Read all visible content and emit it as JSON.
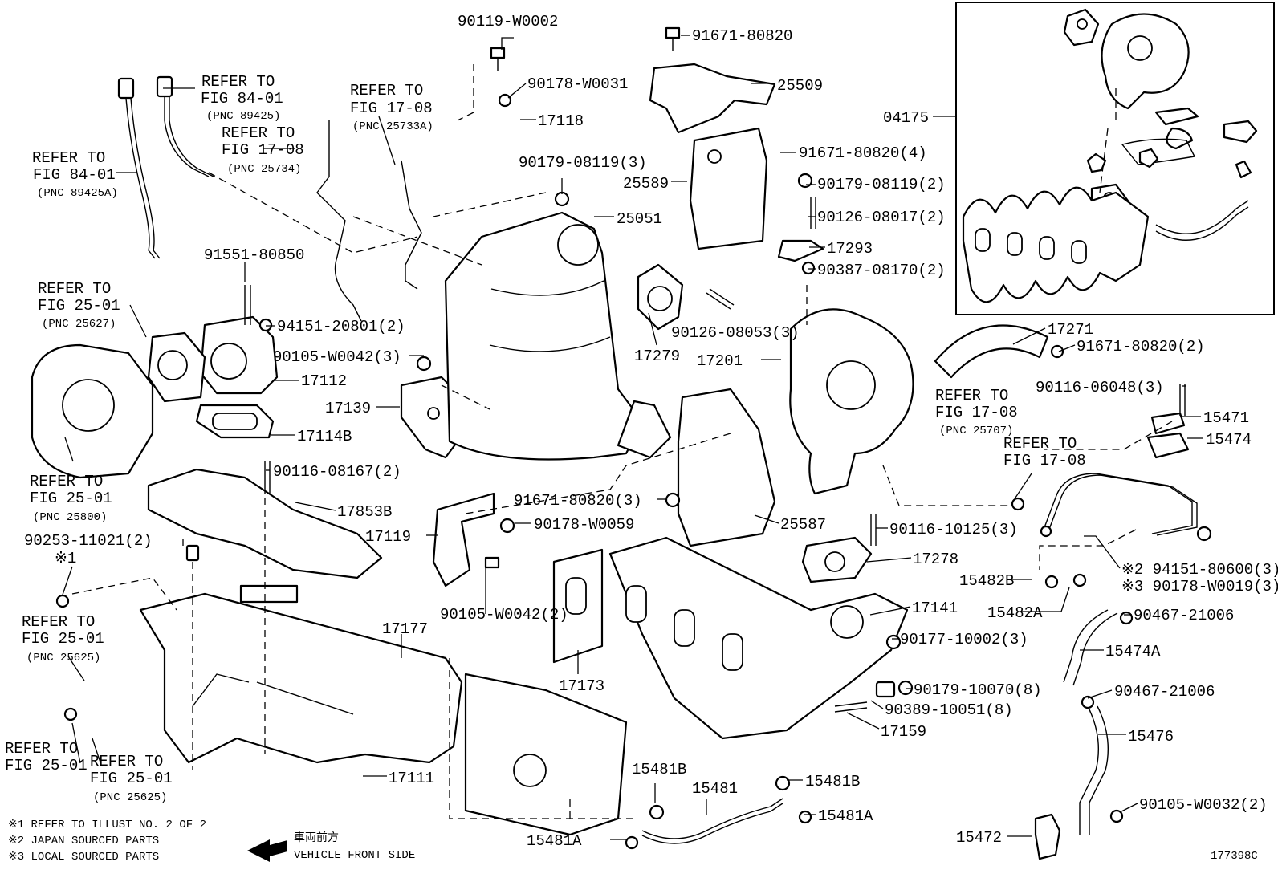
{
  "diagram": {
    "image_code": "177398C",
    "notes": [
      "※1 REFER TO ILLUST NO. 2 OF 2",
      "※2 JAPAN SOURCED PARTS",
      "※3 LOCAL SOURCED PARTS"
    ],
    "direction": {
      "jp": "車両前方",
      "en": "VEHICLE FRONT SIDE"
    },
    "labels": [
      "90119-W0002",
      "91671-80820",
      "90178-W0031",
      "25509",
      "17118",
      "REFER TO",
      "FIG 84-01",
      "(PNC 89425)",
      "REFER TO",
      "FIG 17-08",
      "(PNC 25734)",
      "REFER TO",
      "FIG 17-08",
      "(PNC 25733A)",
      "REFER TO",
      "FIG 84-01",
      "(PNC 89425A)",
      "04175",
      "91671-80820(4)",
      "90179-08119(3)",
      "25589",
      "25051",
      "90179-08119(2)",
      "90126-08017(2)",
      "17293",
      "90387-08170(2)",
      "91551-80850",
      "REFER TO",
      "FIG 25-01",
      "(PNC 25627)",
      "94151-20801(2)",
      "90105-W0042(3)",
      "17112",
      "17139",
      "17114B",
      "17279",
      "90126-08053(3)",
      "17201",
      "17271",
      "91671-80820(2)",
      "REFER TO",
      "FIG 17-08",
      "(PNC 25707)",
      "90116-06048(3)",
      "15471",
      "15474",
      "REFER TO",
      "FIG 17-08",
      "REFER TO",
      "FIG 25-01",
      "(PNC 25800)",
      "90116-08167(2)",
      "91671-80820(3)",
      "17853B",
      "90178-W0059",
      "17119",
      "25587",
      "90116-10125(3)",
      "17278",
      "※2 94151-80600(3)",
      "※3 90178-W0019(3)",
      "15482B",
      "15482A",
      "90253-11021(2)",
      "※1",
      "90105-W0042(2)",
      "17141",
      "90467-21006",
      "17177",
      "90177-10002(3)",
      "15474A",
      "REFER TO",
      "FIG 25-01",
      "(PNC 25625)",
      "17173",
      "90179-10070(8)",
      "90467-21006",
      "90389-10051(8)",
      "17159",
      "15476",
      "REFER TO",
      "FIG 25-01",
      "REFER TO",
      "FIG 25-01",
      "(PNC 25625)",
      "17111",
      "15481B",
      "15481",
      "15481B",
      "15481A",
      "90105-W0032(2)",
      "15481A",
      "15472"
    ]
  }
}
